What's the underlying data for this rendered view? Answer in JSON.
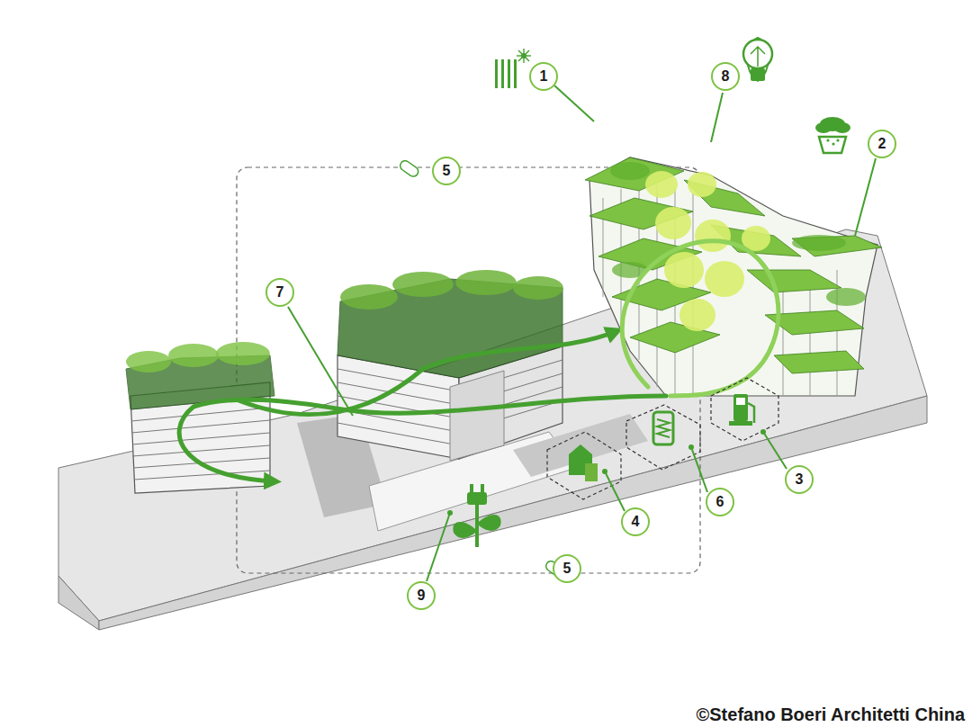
{
  "diagram": {
    "nodes": [
      {
        "text": [
          "1"
        ]
      },
      {
        "text": [
          "8"
        ]
      },
      {
        "text": [
          "2"
        ]
      },
      {
        "text": [
          "5"
        ]
      },
      {
        "text": [
          "7"
        ]
      },
      {
        "text": [
          "3"
        ]
      },
      {
        "text": [
          "6"
        ]
      },
      {
        "text": [
          "4"
        ]
      },
      {
        "text": [
          "5"
        ]
      },
      {
        "text": [
          "9"
        ]
      }
    ],
    "labels": [
      "©Stefano Boeri Architetti China"
    ]
  }
}
